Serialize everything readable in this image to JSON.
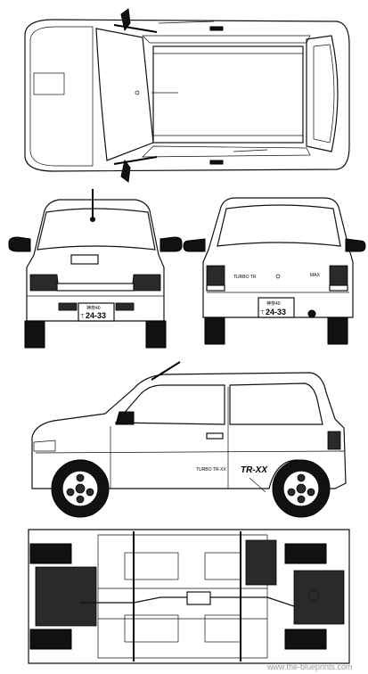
{
  "drawing": {
    "front_plate": {
      "top": "神奈40",
      "number": "24-33",
      "prefix": "て"
    },
    "rear_plate": {
      "top": "神奈40",
      "number": "24-33",
      "prefix": "て"
    },
    "rear_badge_small": "TURBO TR",
    "rear_badge_right": "MAX",
    "side_decal": "TURBO TR-XX",
    "side_logo": "TR-XX",
    "watermark": "www.the-blueprints.com"
  }
}
